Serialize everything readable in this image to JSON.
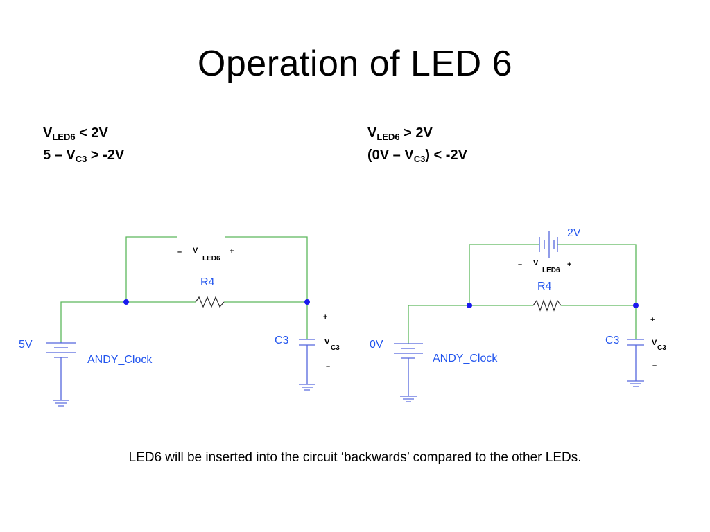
{
  "slide": {
    "title": "Operation of LED 6",
    "caption": "LED6 will be inserted into the circuit ‘backwards’ compared to the other LEDs."
  },
  "left_conditions": {
    "line1": {
      "v": "V",
      "sub": "LED6",
      "rest": " < 2V"
    },
    "line2": {
      "pre": "5 – V",
      "sub": "C3",
      "rest": " > -2V"
    }
  },
  "right_conditions": {
    "line1": {
      "v": "V",
      "sub": "LED6",
      "rest": " > 2V"
    },
    "line2": {
      "pre": "(0V – V",
      "sub": "C3",
      "rest": ") < -2V"
    }
  },
  "left_circuit": {
    "source_label": "5V",
    "source_name": "ANDY_Clock",
    "resistor_label": "R4",
    "cap_label": "C3",
    "vled_minus": "–",
    "vled_v": "V",
    "vled_sub": "LED6",
    "vled_plus": "+",
    "vc3_plus": "+",
    "vc3_v": "V",
    "vc3_sub": "C3",
    "vc3_minus": "–"
  },
  "right_circuit": {
    "source_label": "0V",
    "source_name": "ANDY_Clock",
    "battery_label": "2V",
    "resistor_label": "R4",
    "cap_label": "C3",
    "vled_minus": "–",
    "vled_v": "V",
    "vled_sub": "LED6",
    "vled_plus": "+",
    "vc3_plus": "+",
    "vc3_v": "V",
    "vc3_sub": "C3",
    "vc3_minus": "–"
  },
  "colors": {
    "wire": "#5cb85c",
    "component": "#5566dd",
    "node": "#1a1aee",
    "label": "#2255ee"
  }
}
